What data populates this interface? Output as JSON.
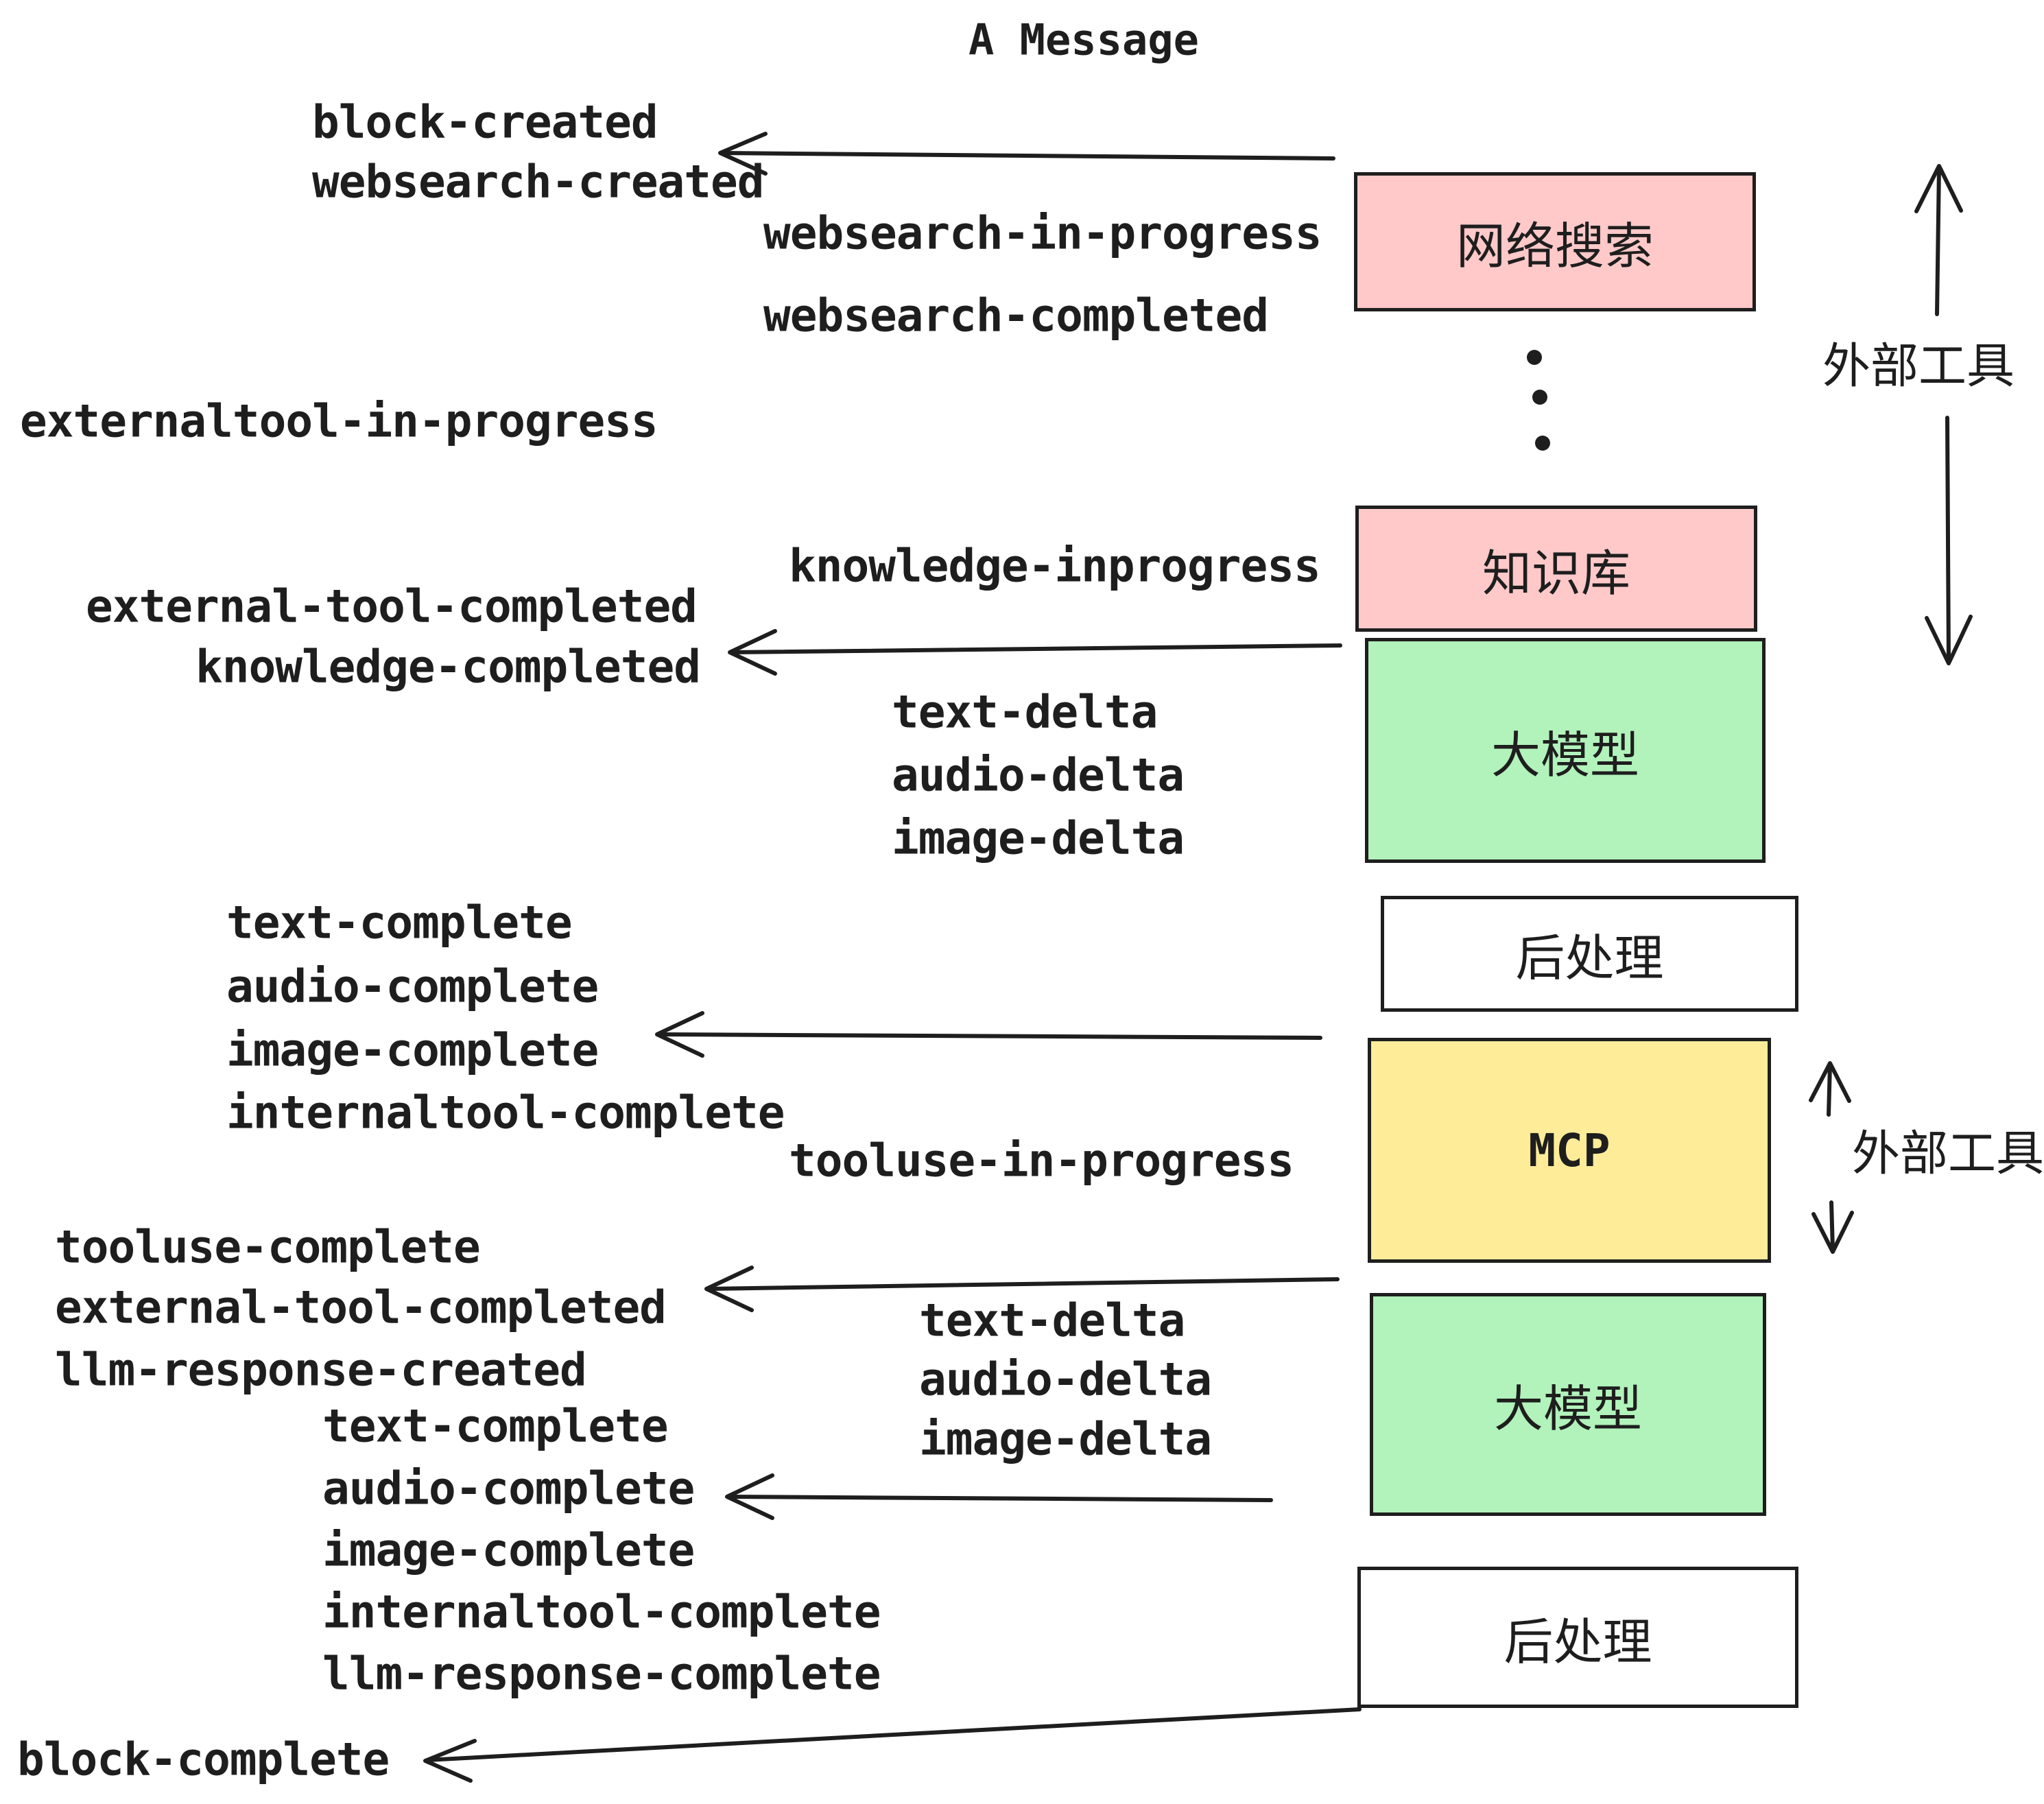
{
  "title": "A Message",
  "colors": {
    "ink": "#1e1e1e",
    "box_pink": "#ffc9c9",
    "box_green": "#b2f2bb",
    "box_yellow": "#ffec99",
    "box_white": "#ffffff",
    "background": "#ffffff"
  },
  "boxes": [
    {
      "id": "websearch",
      "label": "网络搜索",
      "color": "#ffc9c9"
    },
    {
      "id": "knowledge",
      "label": "知识库",
      "color": "#ffc9c9"
    },
    {
      "id": "llm-1",
      "label": "大模型",
      "color": "#b2f2bb"
    },
    {
      "id": "postprocess-1",
      "label": "后处理",
      "color": "#ffffff"
    },
    {
      "id": "mcp",
      "label": "MCP",
      "color": "#ffec99"
    },
    {
      "id": "llm-2",
      "label": "大模型",
      "color": "#b2f2bb"
    },
    {
      "id": "postprocess-2",
      "label": "后处理",
      "color": "#ffffff"
    }
  ],
  "left_events": [
    "block-created",
    "websearch-created",
    "externaltool-in-progress",
    "external-tool-completed",
    "knowledge-completed",
    "text-complete",
    "audio-complete",
    "image-complete",
    "internaltool-complete",
    "tooluse-complete",
    "external-tool-completed",
    "llm-response-created",
    "text-complete",
    "audio-complete",
    "image-complete",
    "internaltool-complete",
    "llm-response-complete",
    "block-complete"
  ],
  "mid_events": [
    "websearch-in-progress",
    "websearch-completed",
    "knowledge-inprogress",
    "text-delta",
    "audio-delta",
    "image-delta",
    "tooluse-in-progress",
    "text-delta",
    "audio-delta",
    "image-delta"
  ],
  "side_labels": [
    {
      "label": "外部工具"
    },
    {
      "label": "外部工具"
    }
  ]
}
